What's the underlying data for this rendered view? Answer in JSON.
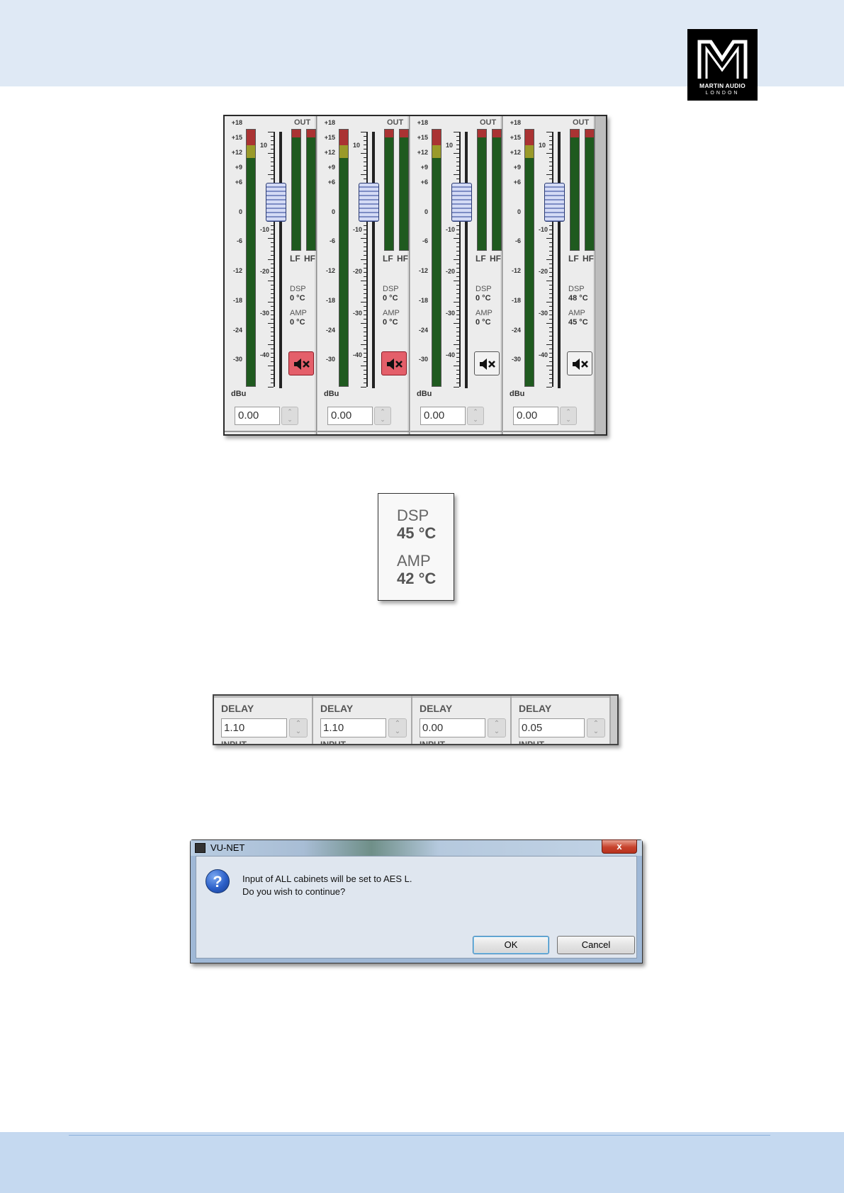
{
  "header": {
    "logo": {
      "brand": "MARTIN AUDIO",
      "city": "LONDON"
    }
  },
  "meters_panel": {
    "out_label": "OUT",
    "meter_scale": [
      "+18",
      "+15",
      "+12",
      "+9",
      "+6",
      "0",
      "-6",
      "-12",
      "-18",
      "-24",
      "-30"
    ],
    "fader_scale": [
      "10",
      "-10",
      "-20",
      "-30",
      "-40"
    ],
    "lf_label": "LF",
    "hf_label": "HF",
    "dsp_label": "DSP",
    "amp_label": "AMP",
    "unit_label": "dBu",
    "channels": [
      {
        "dsp_temp": "0 °C",
        "amp_temp": "0 °C",
        "muted": true,
        "gain": "0.00"
      },
      {
        "dsp_temp": "0 °C",
        "amp_temp": "0 °C",
        "muted": true,
        "gain": "0.00"
      },
      {
        "dsp_temp": "0 °C",
        "amp_temp": "0 °C",
        "muted": false,
        "gain": "0.00"
      },
      {
        "dsp_temp": "48 °C",
        "amp_temp": "45 °C",
        "muted": false,
        "gain": "0.00"
      }
    ],
    "colors": {
      "mute_on": "#e45f6a",
      "meter_green": "#1f5a1f",
      "meter_red": "#a33333"
    }
  },
  "temp_callout": {
    "dsp_label": "DSP",
    "dsp_temp": "45 °C",
    "amp_label": "AMP",
    "amp_temp": "42 °C"
  },
  "delay_strip": {
    "label": "DELAY",
    "footer_label": "INPUT",
    "values": [
      "1.10",
      "1.10",
      "0.00",
      "0.05"
    ]
  },
  "dialog": {
    "title": "VU-NET",
    "close_glyph": "x",
    "icon_glyph": "?",
    "message_line1": "Input of ALL cabinets will be set to AES L.",
    "message_line2": "Do you wish to continue?",
    "ok_label": "OK",
    "cancel_label": "Cancel"
  }
}
